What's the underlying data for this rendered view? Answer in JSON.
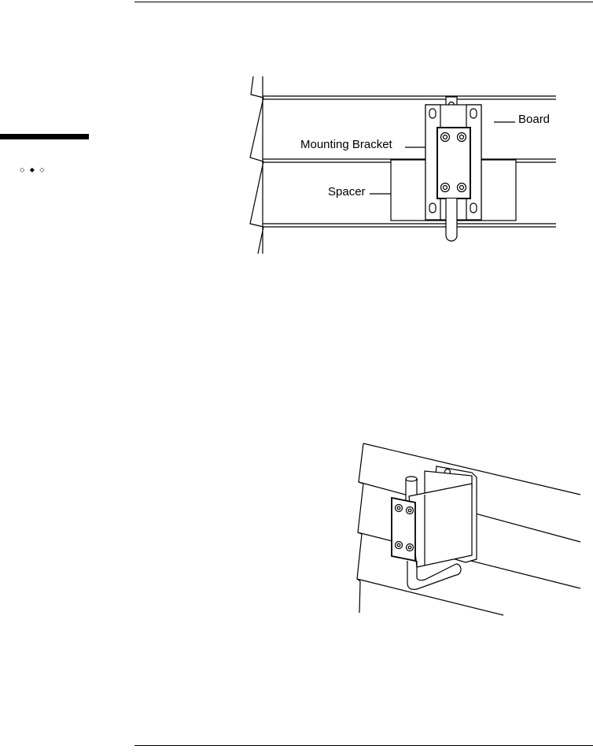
{
  "figure1": {
    "labels": {
      "board": "Board",
      "mounting_bracket": "Mounting Bracket",
      "spacer": "Spacer"
    }
  },
  "figure2": {},
  "side_marks": "◇ ◆ ◇"
}
